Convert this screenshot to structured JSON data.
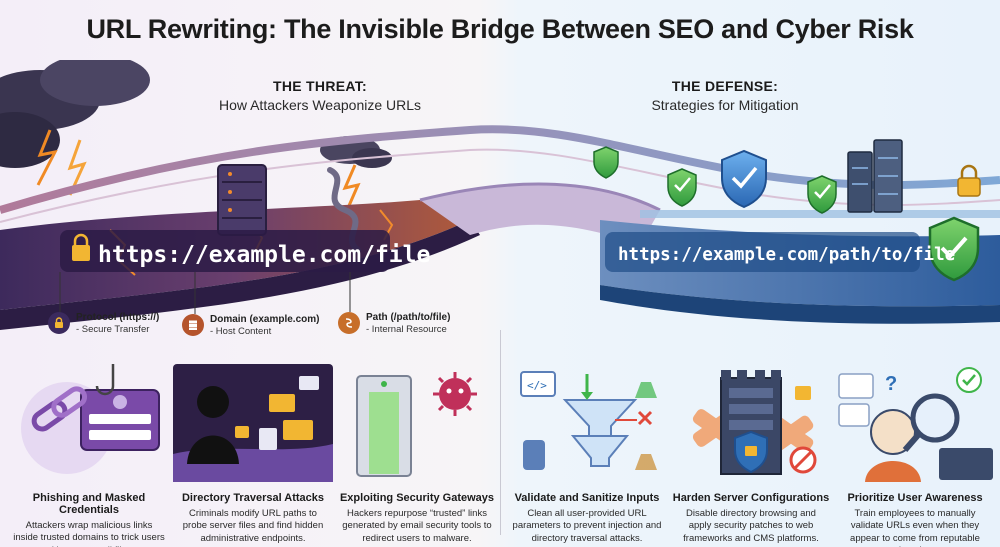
{
  "title": "URL Rewriting: The Invisible Bridge Between SEO and Cyber Risk",
  "threat": {
    "heading": "THE THREAT:",
    "subheading": "How Attackers Weaponize URLs"
  },
  "defense": {
    "heading": "THE DEFENSE:",
    "subheading": "Strategies for Mitigation"
  },
  "bridge": {
    "threat_url": "https://example.com/file",
    "defense_url": "https://example.com/path/to/file"
  },
  "legend": [
    {
      "title": "Protocol (https://)",
      "desc": "- Secure Transfer",
      "icon": "lock-icon",
      "color": "#3b2a5e"
    },
    {
      "title": "Domain (example.com)",
      "desc": "- Host Content",
      "icon": "server-icon",
      "color": "#b5542c"
    },
    {
      "title": "Path (/path/to/file)",
      "desc": "- Internal Resource",
      "icon": "path-icon",
      "color": "#c76e2a"
    }
  ],
  "cards": [
    {
      "title": "Phishing and Masked Credentials",
      "desc": "Attackers wrap malicious links inside trusted domains to trick users and bypass email filters."
    },
    {
      "title": "Directory Traversal Attacks",
      "desc": "Criminals modify URL paths to probe server files and find hidden administrative endpoints."
    },
    {
      "title": "Exploiting Security Gateways",
      "desc": "Hackers repurpose “trusted” links generated by email security tools to redirect users to malware."
    },
    {
      "title": "Validate and Sanitize Inputs",
      "desc": "Clean all user-provided URL parameters to prevent injection and directory traversal attacks."
    },
    {
      "title": "Harden Server Configurations",
      "desc": "Disable directory browsing and apply security patches to web frameworks and CMS platforms."
    },
    {
      "title": "Prioritize User Awareness",
      "desc": "Train employees to manually validate URLs even when they appear to come from reputable domains."
    }
  ],
  "colors": {
    "threat_purple": "#4a2f73",
    "threat_orange": "#e07a2e",
    "defense_blue": "#2f6fb6",
    "shield_green": "#3fb54a"
  }
}
